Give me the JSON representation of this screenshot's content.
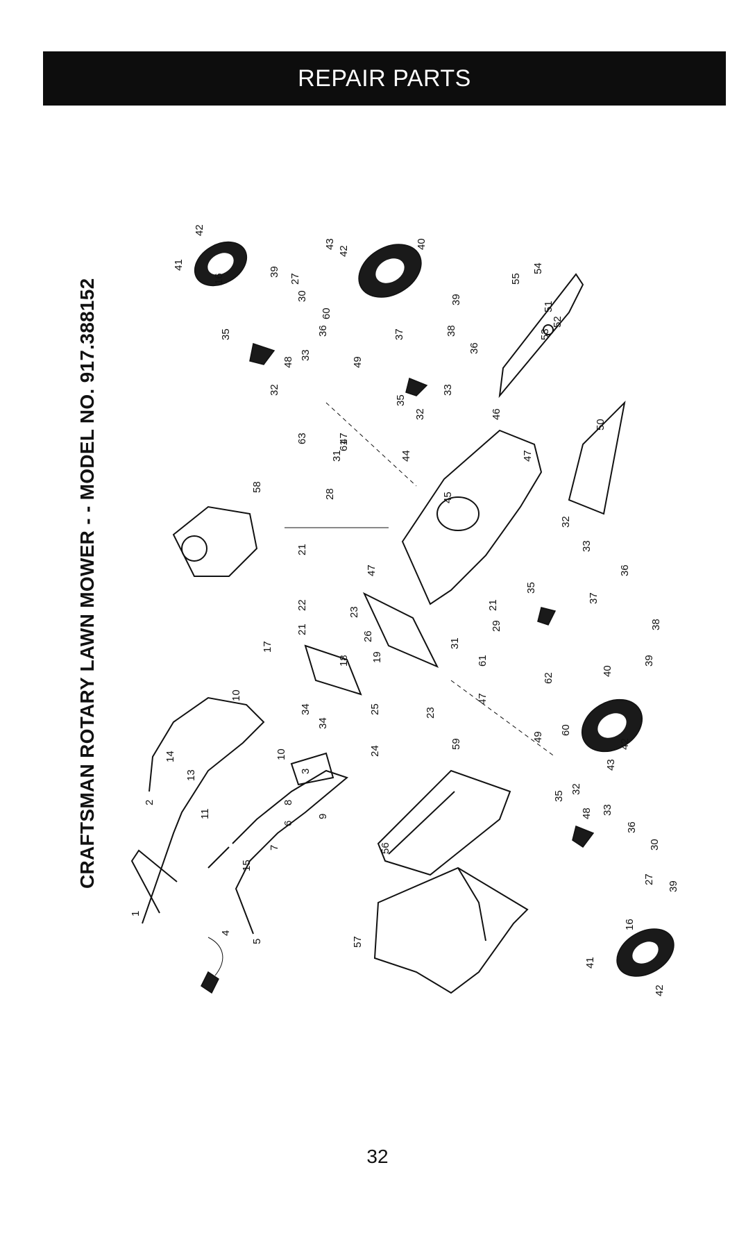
{
  "header": {
    "title": "REPAIR PARTS"
  },
  "side_title": "CRAFTSMAN ROTARY LAWN MOWER - - MODEL NO. 917.388152",
  "page_number": "32",
  "part_labels": [
    "1",
    "2",
    "3",
    "4",
    "5",
    "6",
    "7",
    "8",
    "9",
    "10",
    "10",
    "11",
    "13",
    "14",
    "15",
    "16",
    "16",
    "17",
    "18",
    "19",
    "21",
    "21",
    "21",
    "22",
    "23",
    "23",
    "24",
    "25",
    "26",
    "27",
    "27",
    "28",
    "29",
    "30",
    "30",
    "31",
    "31",
    "32",
    "32",
    "32",
    "32",
    "33",
    "33",
    "33",
    "33",
    "34",
    "34",
    "35",
    "35",
    "35",
    "35",
    "36",
    "36",
    "36",
    "36",
    "37",
    "37",
    "38",
    "38",
    "39",
    "39",
    "39",
    "39",
    "40",
    "40",
    "41",
    "41",
    "42",
    "42",
    "42",
    "42",
    "43",
    "43",
    "44",
    "45",
    "46",
    "47",
    "47",
    "47",
    "47",
    "48",
    "48",
    "49",
    "49",
    "50",
    "51",
    "52",
    "53",
    "54",
    "55",
    "56",
    "57",
    "58",
    "59",
    "60",
    "60",
    "61",
    "61",
    "62",
    "63"
  ]
}
